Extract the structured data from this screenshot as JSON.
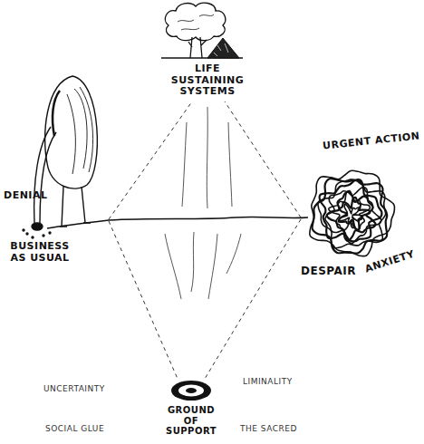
{
  "diagram": {
    "labels": [
      "LIFE SUSTAINING SYSTEMS",
      "URGENT ACTION",
      "DENIAL",
      "BUSINESS AS USUAL",
      "DESPAIR",
      "ANXIETY",
      "UNCERTAINTY",
      "LIMINALITY",
      "GROUND OF SUPPORT",
      "SOCIAL GLUE",
      "THE SACRED"
    ]
  }
}
